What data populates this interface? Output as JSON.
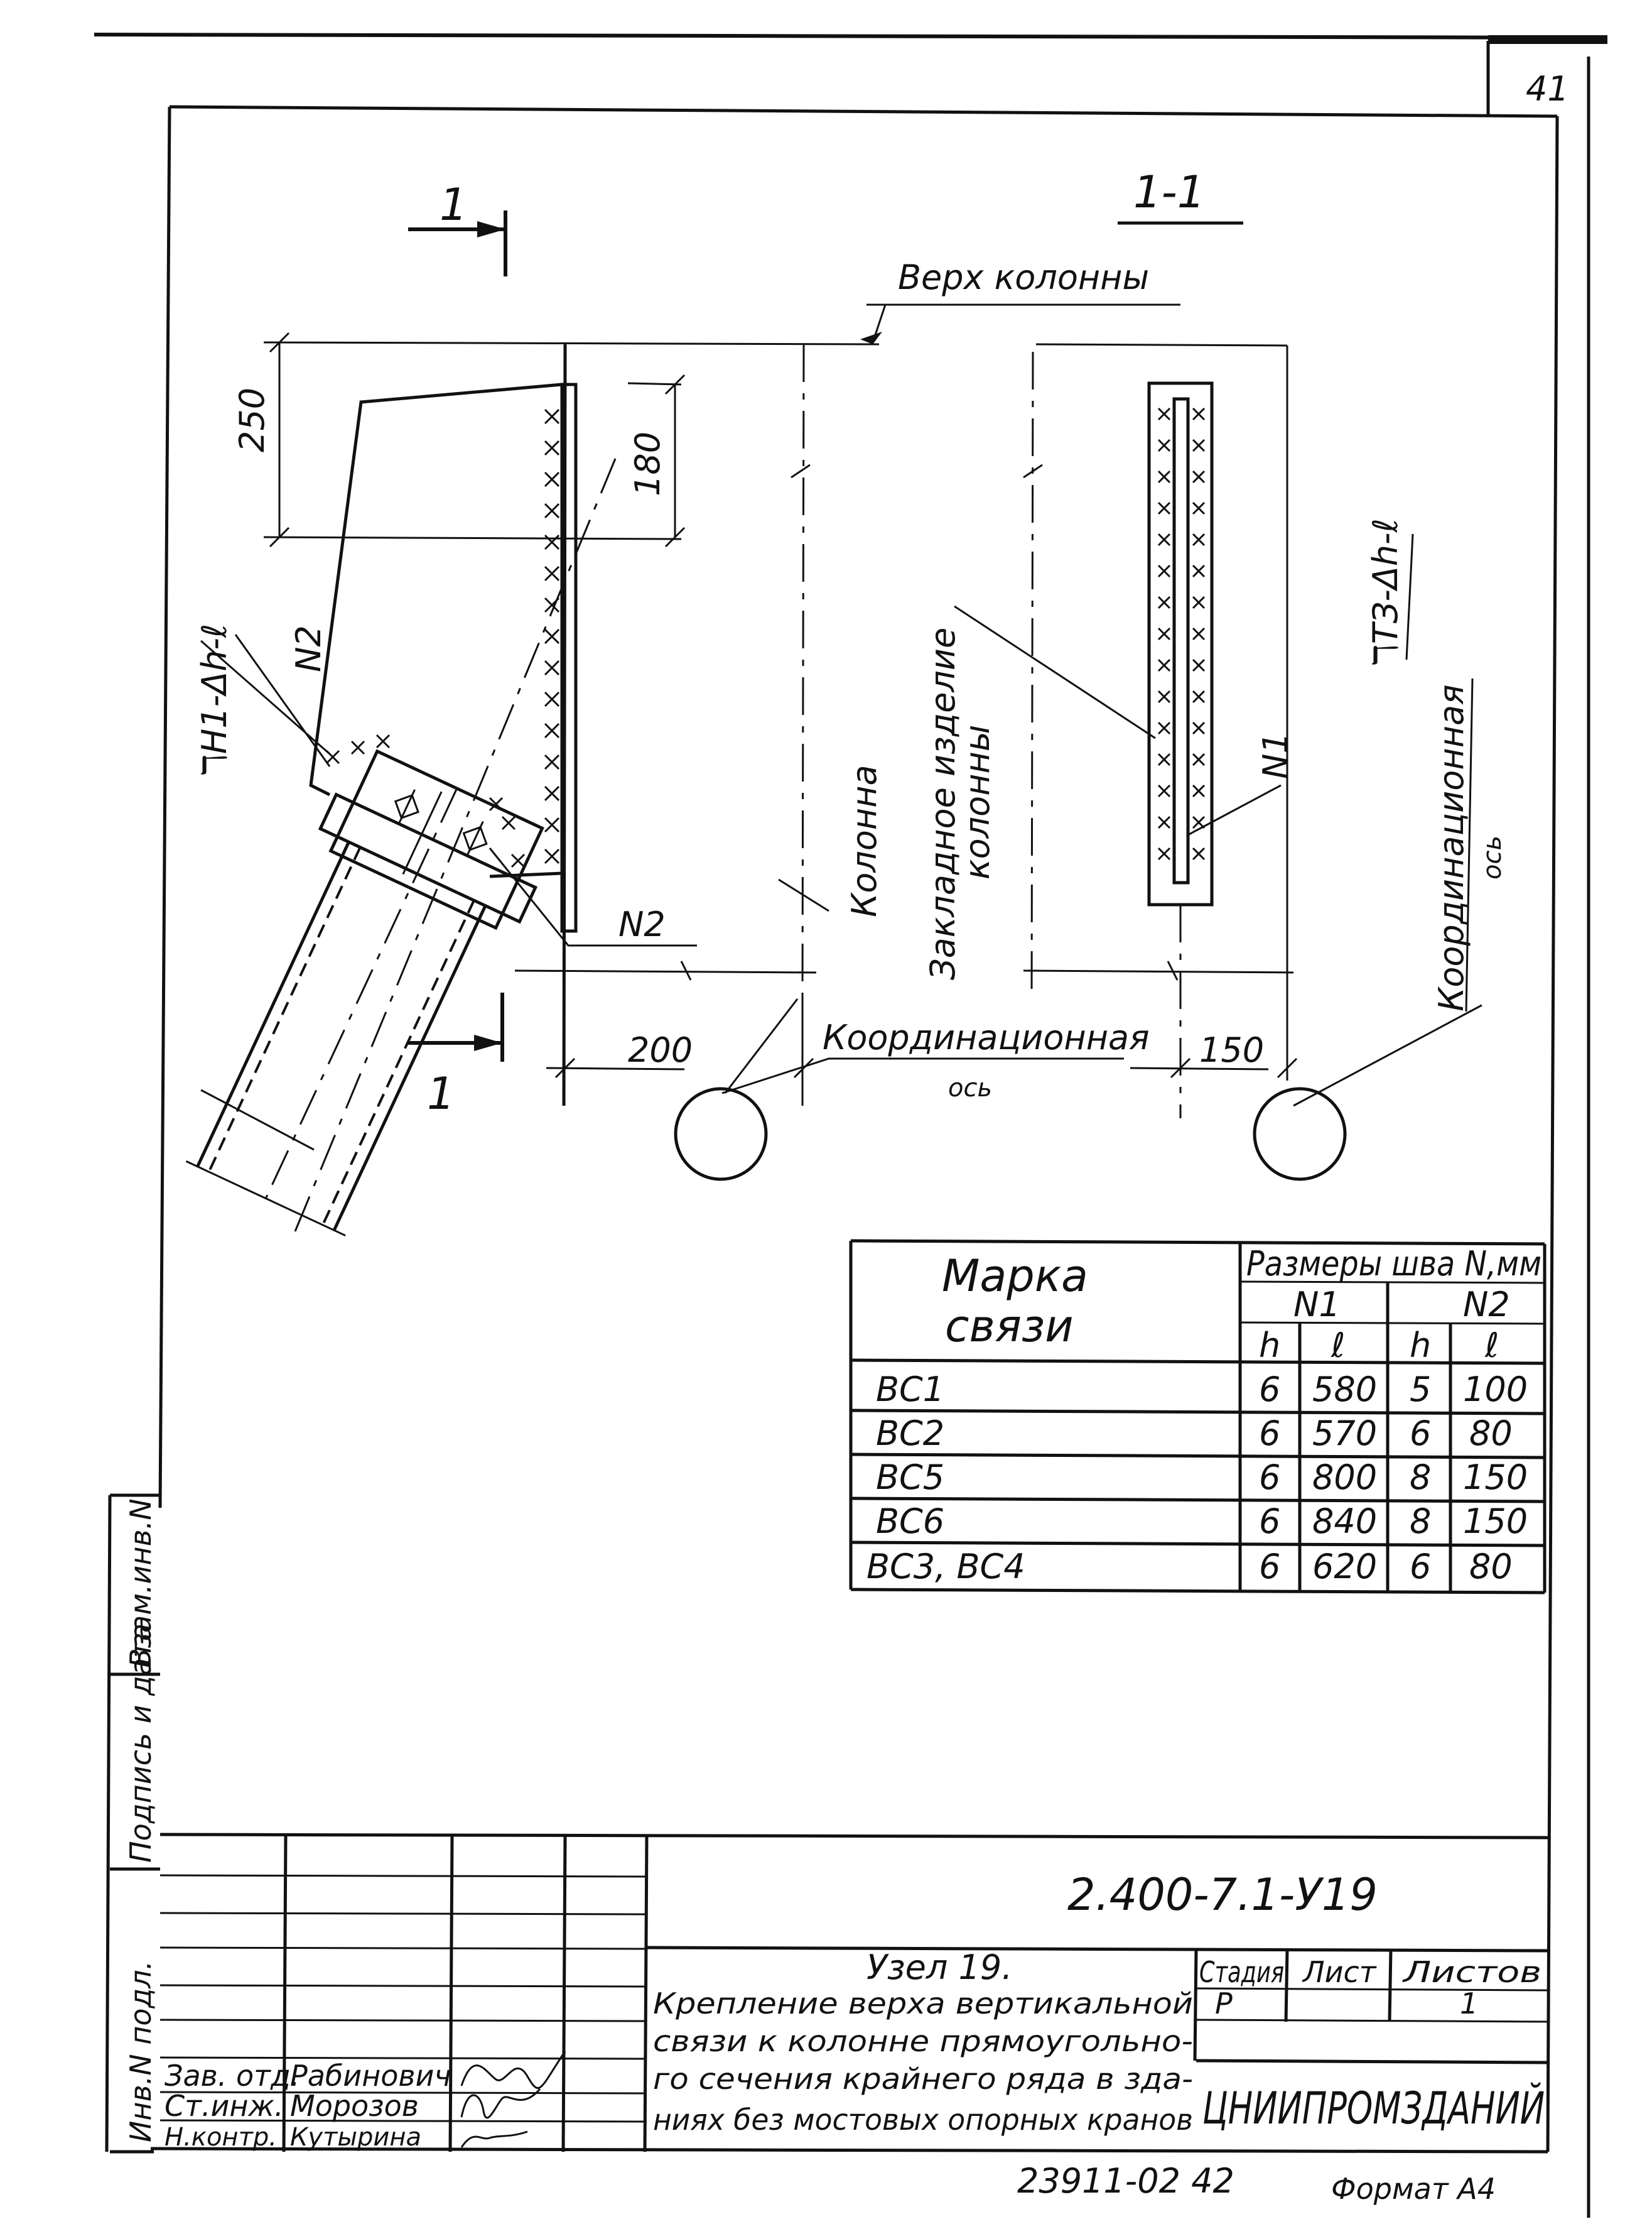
{
  "sheet_number": "41",
  "drawing": {
    "section_mark": "1",
    "section_title": "1-1",
    "top_label": "Верх колонны",
    "column_label": "Колонна",
    "embedded_label_1": "Закладное изделие",
    "embedded_label_2": "колонны",
    "axis_label_left_1": "Координационная",
    "axis_label_left_2": "ось",
    "axis_label_right_1": "Координационная",
    "axis_label_right_2": "ось",
    "weld_left": "ℸН1-Δh-ℓ",
    "weld_right": "ℸТЗ-Δh-ℓ",
    "n1": "N1",
    "n2": "N2",
    "n2_rot": "N2",
    "dim_250": "250",
    "dim_180": "180",
    "dim_200": "200",
    "dim_150": "150"
  },
  "table": {
    "col_mark_1": "Марка",
    "col_mark_2": "связи",
    "col_sizes": "Размеры шва N,мм",
    "col_n1": "N1",
    "col_n2": "N2",
    "sub_h": "h",
    "sub_l": "ℓ",
    "rows": [
      {
        "mark": "ВС1",
        "h1": "6",
        "l1": "580",
        "h2": "5",
        "l2": "100"
      },
      {
        "mark": "ВС2",
        "h1": "6",
        "l1": "570",
        "h2": "6",
        "l2": "80"
      },
      {
        "mark": "ВС5",
        "h1": "6",
        "l1": "800",
        "h2": "8",
        "l2": "150"
      },
      {
        "mark": "ВС6",
        "h1": "6",
        "l1": "840",
        "h2": "8",
        "l2": "150"
      },
      {
        "mark": "ВС3, ВС4",
        "h1": "6",
        "l1": "620",
        "h2": "6",
        "l2": "80"
      }
    ]
  },
  "side_stamp": {
    "inv_podl": "Инв.N подл.",
    "podpis": "Подпись и дата",
    "vzam": "Взам.инв.N"
  },
  "title_block": {
    "code": "2.400-7.1-У19",
    "node_title": "Узел 19.",
    "description_1": "Крепление верха вертикальной",
    "description_2": "связи к колонне прямоугольно-",
    "description_3": "го сечения крайнего ряда в зда-",
    "description_4": "ниях без мостовых опорных кранов",
    "stage_label": "Стадия",
    "sheet_label": "Лист",
    "sheets_label": "Листов",
    "stage_value": "Р",
    "sheets_value": "1",
    "organization": "ЦНИИПРОМЗДАНИЙ",
    "signers": [
      {
        "role": "Зав. отд.",
        "name": "Рабинович"
      },
      {
        "role": "Ст.инж.",
        "name": "Морозов"
      },
      {
        "role": "Н.контр.",
        "name": "Кутырина"
      }
    ],
    "archive_number": "23911-02  42",
    "format": "Формат А4"
  }
}
